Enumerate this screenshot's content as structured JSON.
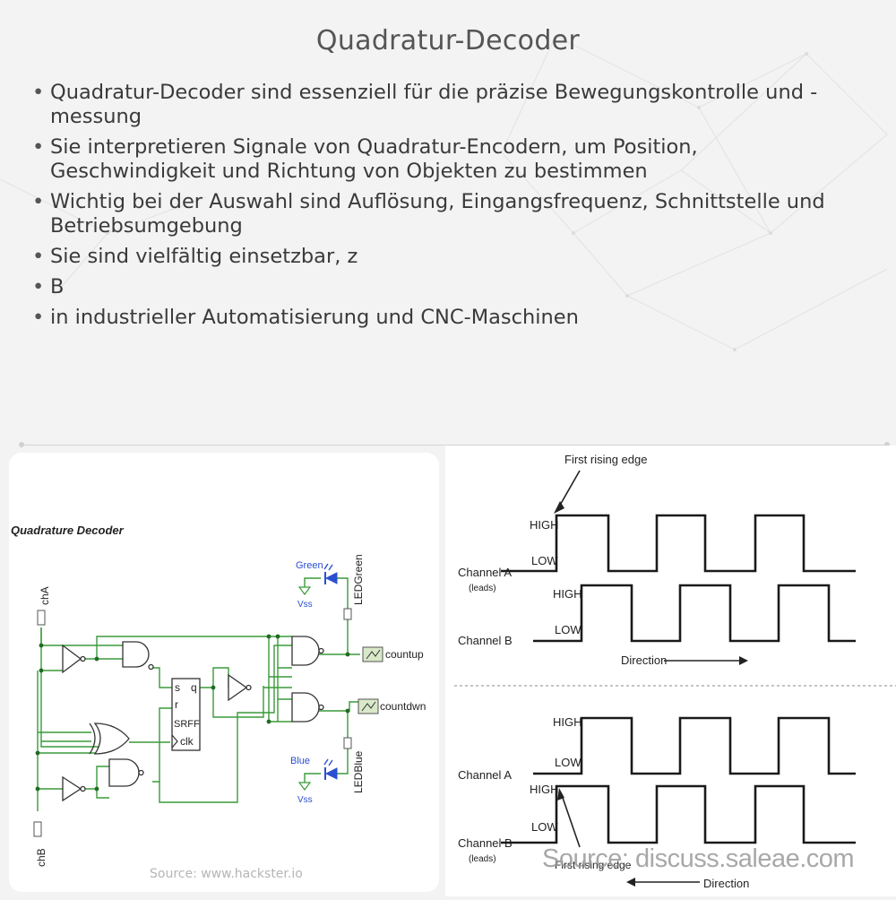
{
  "title": "Quadratur-Decoder",
  "bullets": [
    "Quadratur-Decoder sind essenziell für die präzise Bewegungskontrolle und -messung",
    "Sie interpretieren Signale von Quadratur-Encodern, um Position, Geschwindigkeit und Richtung von Objekten zu bestimmen",
    "Wichtig bei der Auswahl sind Auflösung, Eingangsfrequenz, Schnittstelle und Betriebsumgebung",
    "Sie sind vielfältig einsetzbar, z",
    "B",
    "in industrieller Automatisierung und CNC-Maschinen"
  ],
  "left_figure": {
    "heading": "Quadrature Decoder",
    "input_a": "chA",
    "input_b": "chB",
    "srff_pins": {
      "s": "s",
      "q": "q",
      "r": "r",
      "name": "SRFF",
      "clk": "clk"
    },
    "green_label": "Green",
    "led_green": "LEDGreen",
    "vss": "Vss",
    "countup": "countup",
    "countdwn": "countdwn",
    "blue_label": "Blue",
    "led_blue": "LEDBlue",
    "source": "Source: www.hackster.io"
  },
  "right_figure": {
    "first_rising_edge": "First rising edge",
    "high": "HIGH",
    "low": "LOW",
    "channel_a": "Channel A",
    "channel_b": "Channel B",
    "leads": "(leads)",
    "direction": "Direction",
    "source": "Source: discuss.saleae.com"
  }
}
